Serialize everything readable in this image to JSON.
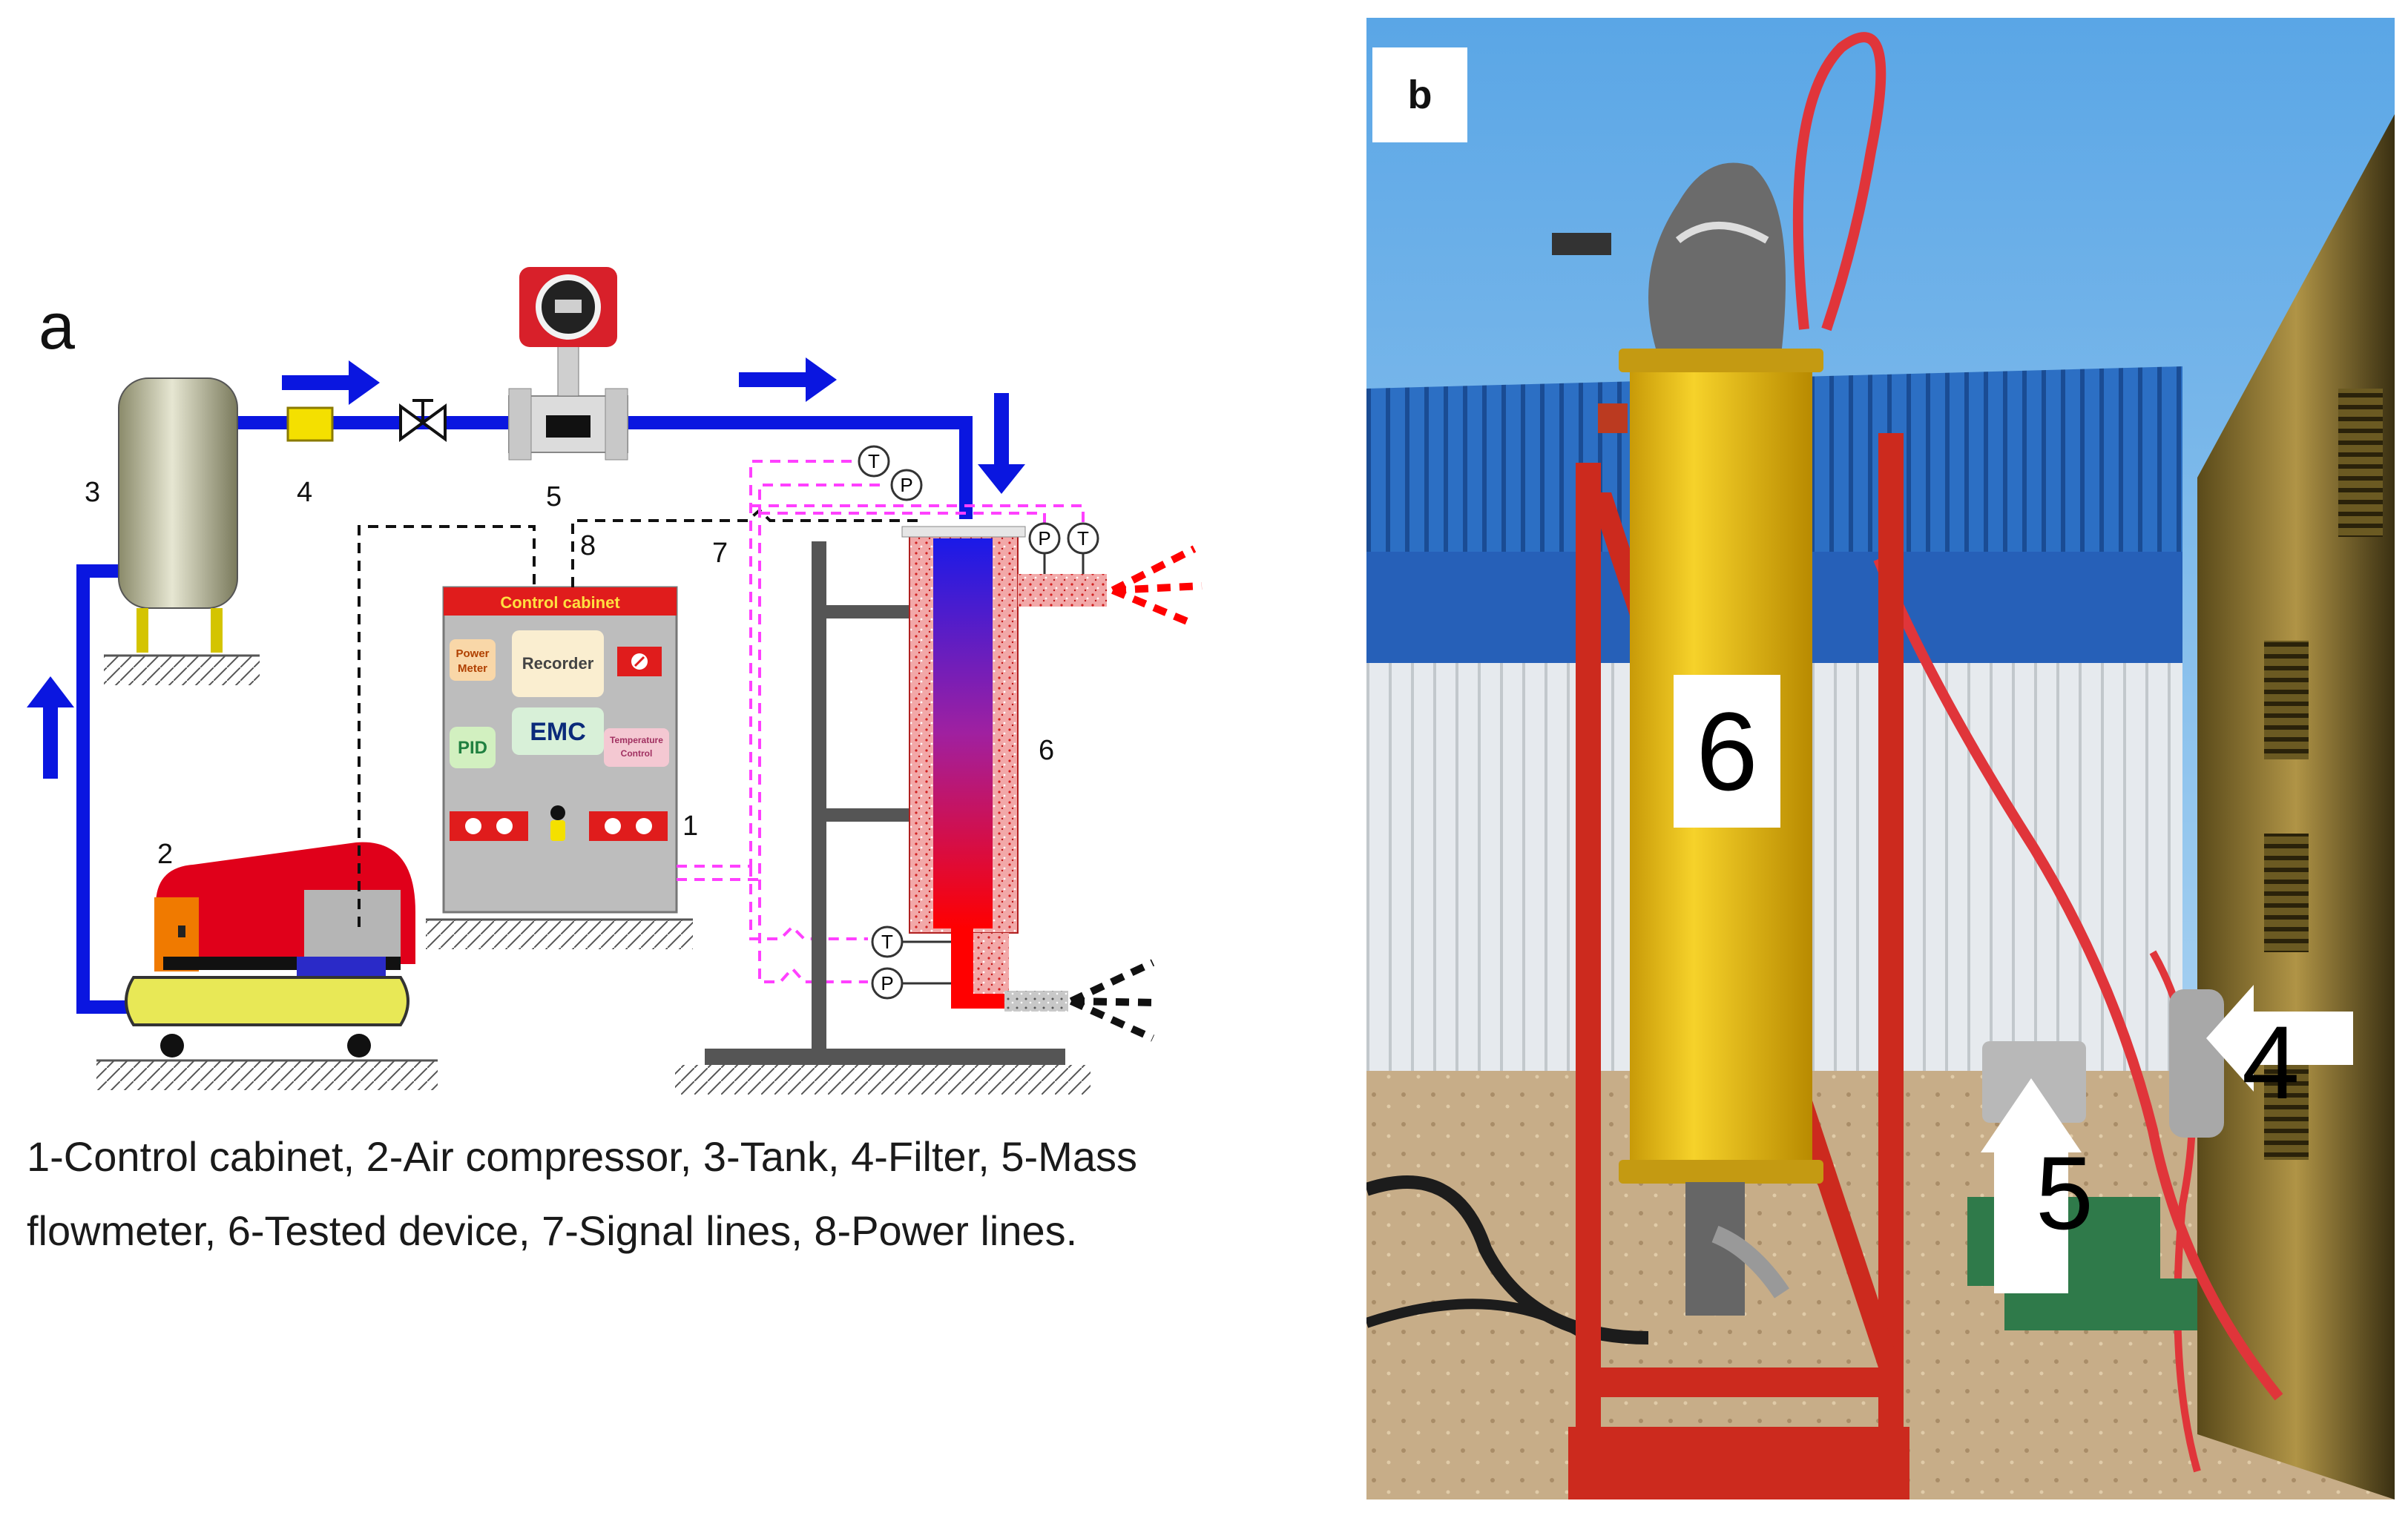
{
  "panel_a": {
    "letter": "a",
    "cabinet_title": "Control cabinet",
    "power_meter": [
      "Power",
      "Meter"
    ],
    "recorder": "Recorder",
    "pid": "PID",
    "emc": "EMC",
    "temp_control": [
      "Temperature",
      "Control"
    ],
    "T": "T",
    "P": "P",
    "numbers": [
      "1",
      "2",
      "3",
      "4",
      "5",
      "6",
      "7",
      "8"
    ],
    "caption_line1": "1-Control cabinet, 2-Air compressor, 3-Tank, 4-Filter, 5-Mass",
    "caption_line2": "flowmeter, 6-Tested device, 7-Signal lines, 8-Power lines."
  },
  "panel_b": {
    "letter": "b",
    "labels": [
      "6",
      "5",
      "4"
    ]
  },
  "colors": {
    "pipe": "#0a16e0",
    "compressor": "#e0001a",
    "compressor_base": "#e8e856",
    "cabinet_header": "#e01c1c",
    "signal_line": "#ff40ff",
    "device_yellow": "#f0c418",
    "frame_red": "#cc2a1e",
    "sky": "#8fc3ea",
    "roof": "#2c6fc4"
  }
}
